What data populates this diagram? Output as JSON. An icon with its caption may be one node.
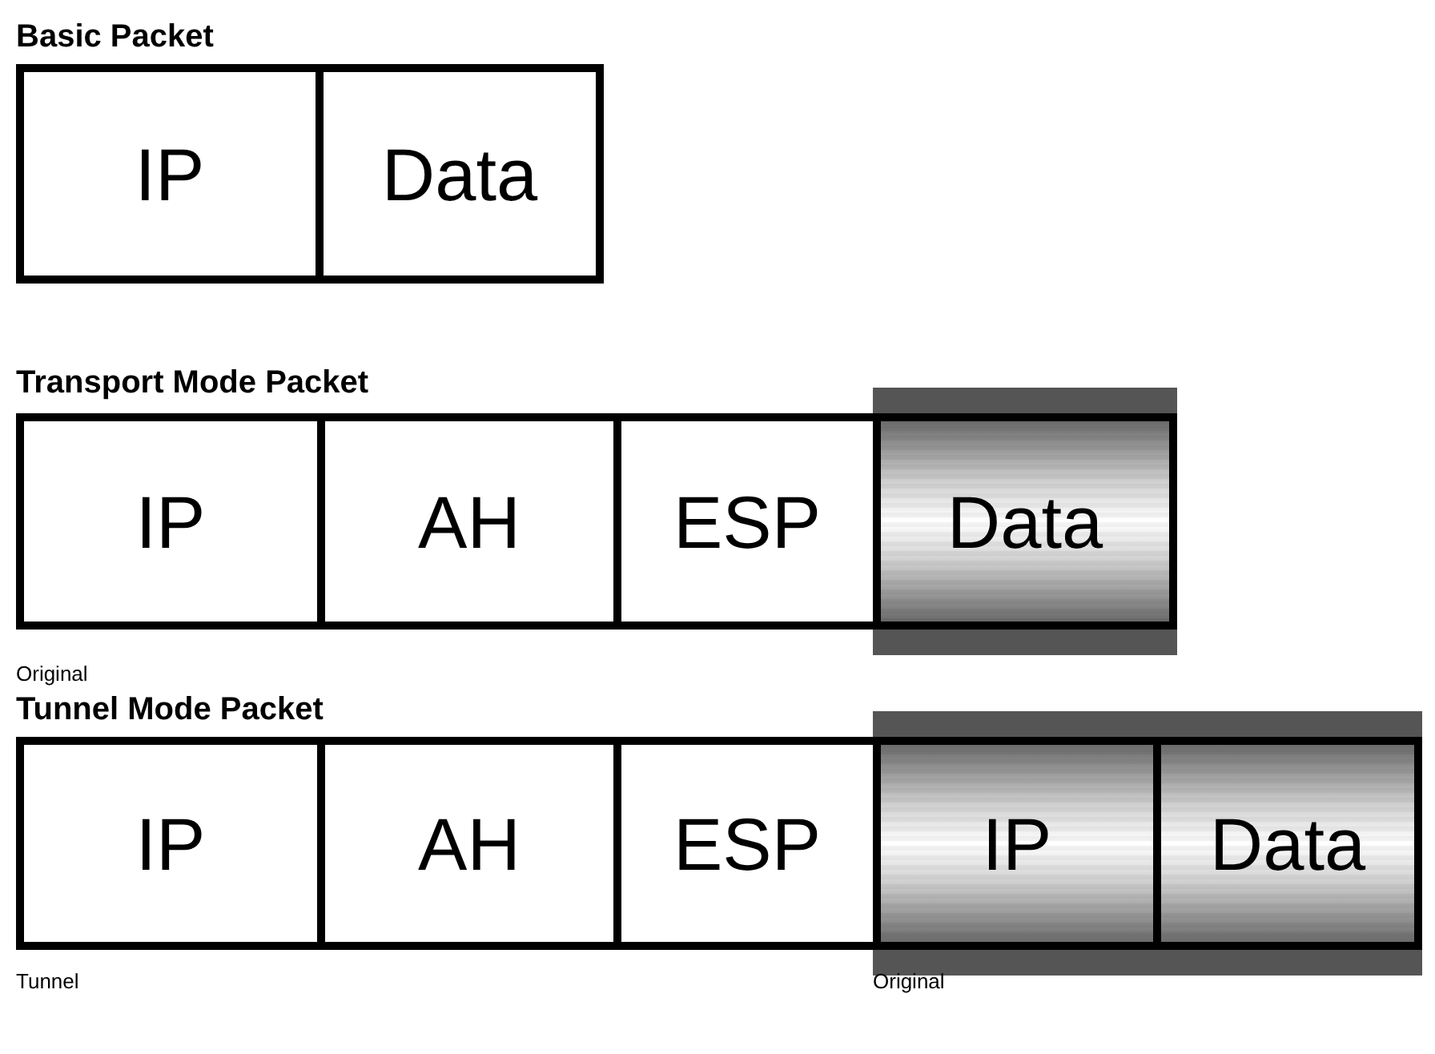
{
  "diagram": {
    "nodes": [
      {
        "text": [
          "IP"
        ]
      },
      {
        "text": [
          "Data"
        ]
      },
      {
        "text": [
          "IP"
        ]
      },
      {
        "text": [
          "AH"
        ]
      },
      {
        "text": [
          "ESP"
        ]
      },
      {
        "text": [
          "Data"
        ]
      },
      {
        "text": [
          "IP"
        ]
      },
      {
        "text": [
          "AH"
        ]
      },
      {
        "text": [
          "ESP"
        ]
      },
      {
        "text": [
          "IP"
        ]
      },
      {
        "text": [
          "Data"
        ]
      }
    ],
    "labels": [
      "Basic Packet",
      "Transport Mode Packet",
      "Original",
      "Tunnel Mode Packet",
      "Tunnel",
      "Original"
    ]
  }
}
